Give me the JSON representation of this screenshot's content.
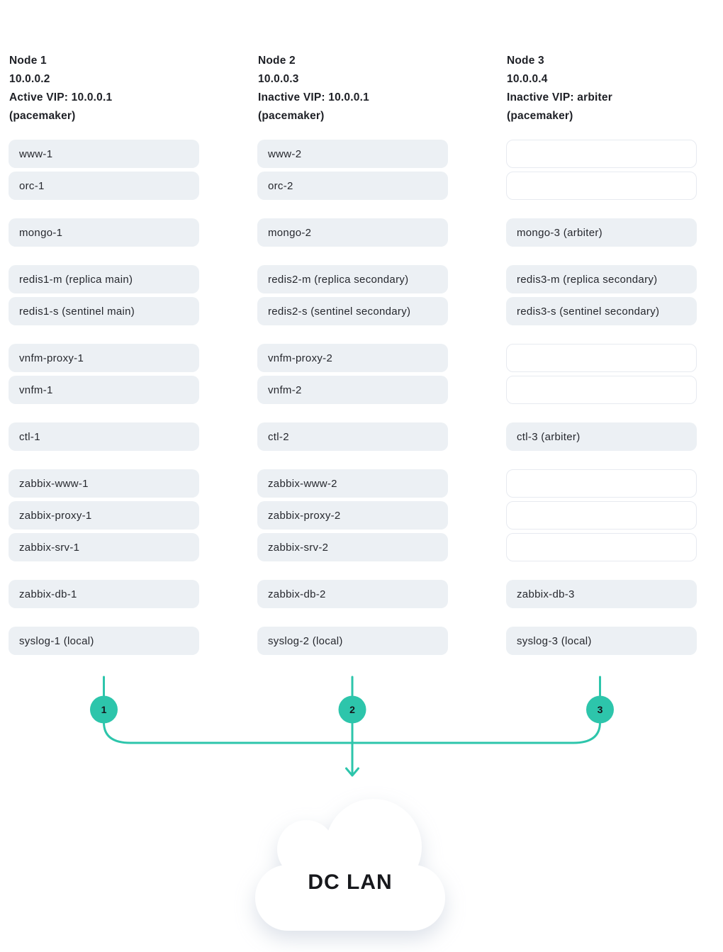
{
  "colors": {
    "accent": "#2dc5ab",
    "service_box_fill": "#ecf0f4",
    "empty_box_border": "#e7eaf0",
    "text": "#22242a",
    "cloud_fill": "#ffffff"
  },
  "nodes": [
    {
      "marker": "1",
      "header": {
        "title": "Node 1",
        "ip": "10.0.0.2",
        "vip": "Active VIP: 10.0.0.1",
        "cluster": "(pacemaker)"
      },
      "service_groups": [
        [
          "www-1",
          "orc-1"
        ],
        [
          "mongo-1"
        ],
        [
          "redis1-m (replica main)",
          "redis1-s (sentinel main)"
        ],
        [
          "vnfm-proxy-1",
          "vnfm-1"
        ],
        [
          "ctl-1"
        ],
        [
          "zabbix-www-1",
          "zabbix-proxy-1",
          "zabbix-srv-1"
        ],
        [
          "zabbix-db-1"
        ],
        [
          "syslog-1 (local)"
        ]
      ]
    },
    {
      "marker": "2",
      "header": {
        "title": "Node 2",
        "ip": "10.0.0.3",
        "vip": "Inactive VIP: 10.0.0.1",
        "cluster": "(pacemaker)"
      },
      "service_groups": [
        [
          "www-2",
          "orc-2"
        ],
        [
          "mongo-2"
        ],
        [
          "redis2-m (replica secondary)",
          "redis2-s (sentinel secondary)"
        ],
        [
          "vnfm-proxy-2",
          "vnfm-2"
        ],
        [
          "ctl-2"
        ],
        [
          "zabbix-www-2",
          "zabbix-proxy-2",
          "zabbix-srv-2"
        ],
        [
          "zabbix-db-2"
        ],
        [
          "syslog-2 (local)"
        ]
      ]
    },
    {
      "marker": "3",
      "header": {
        "title": "Node 3",
        "ip": "10.0.0.4",
        "vip": "Inactive VIP: arbiter",
        "cluster": "(pacemaker)"
      },
      "service_groups": [
        [
          "",
          ""
        ],
        [
          "mongo-3 (arbiter)"
        ],
        [
          "redis3-m (replica secondary)",
          "redis3-s (sentinel secondary)"
        ],
        [
          "",
          ""
        ],
        [
          "ctl-3 (arbiter)"
        ],
        [
          "",
          "",
          ""
        ],
        [
          "zabbix-db-3"
        ],
        [
          "syslog-3 (local)"
        ]
      ]
    }
  ],
  "cloud": {
    "label": "DC LAN"
  }
}
